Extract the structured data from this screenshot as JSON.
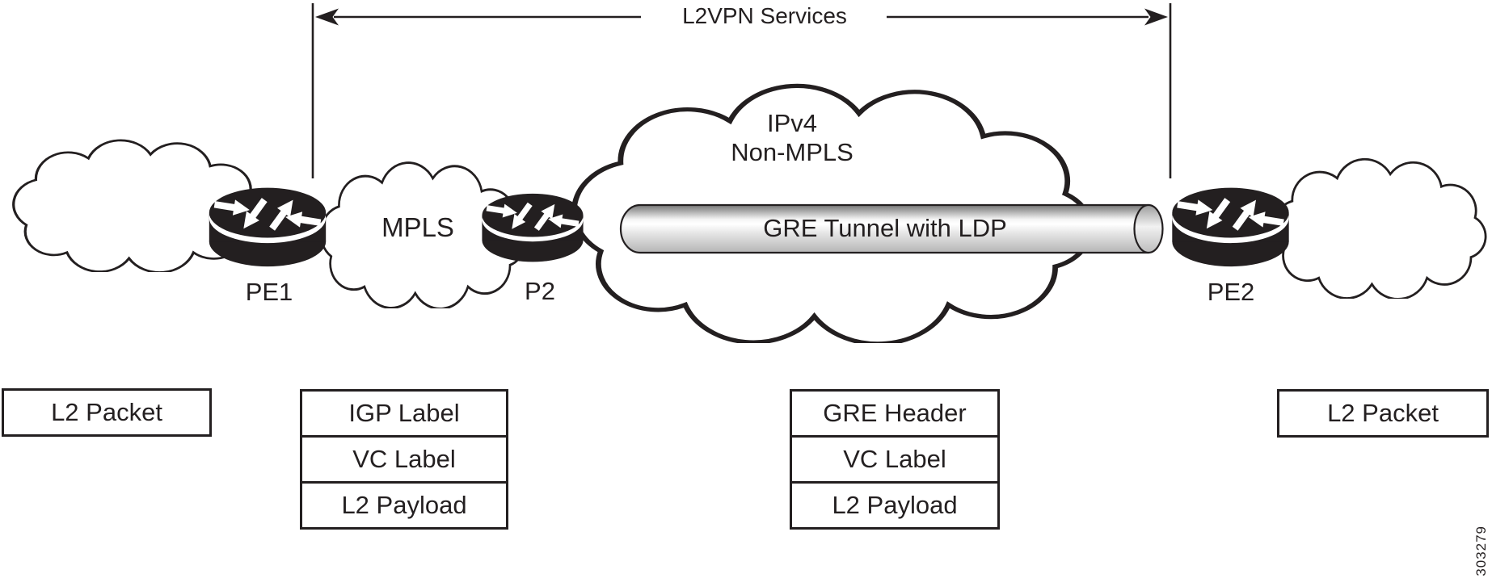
{
  "diagram": {
    "title": "L2VPN Services",
    "figure_number": "303279",
    "colors": {
      "ink": "#231f20",
      "tunnel_top": "#777777",
      "tunnel_highlight": "#ffffff",
      "tunnel_bottom": "#b5b5b5"
    },
    "clouds": {
      "left": {
        "label": ""
      },
      "mpls": {
        "label": "MPLS"
      },
      "ipv4": {
        "line1": "IPv4",
        "line2": "Non-MPLS"
      },
      "right": {
        "label": ""
      }
    },
    "routers": {
      "pe1": "PE1",
      "p2": "P2",
      "pe2": "PE2"
    },
    "tunnel": {
      "label": "GRE Tunnel with LDP"
    },
    "packet_boxes": {
      "left": {
        "rows": [
          "L2 Packet"
        ]
      },
      "mpls_stack": {
        "rows": [
          "IGP Label",
          "VC Label",
          "L2 Payload"
        ]
      },
      "gre_stack": {
        "rows": [
          "GRE Header",
          "VC Label",
          "L2 Payload"
        ]
      },
      "right": {
        "rows": [
          "L2 Packet"
        ]
      }
    }
  }
}
